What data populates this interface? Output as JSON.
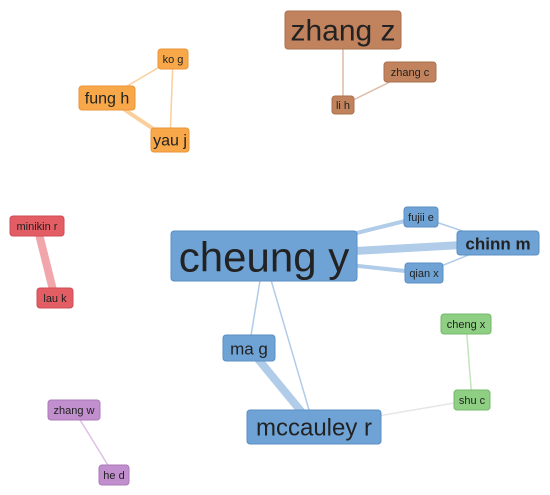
{
  "colors": {
    "blue": "#6fa3d5",
    "blue_border": "#5b8fc4",
    "orange": "#f8a848",
    "orange_border": "#e8953a",
    "brown": "#c1835e",
    "brown_border": "#ab6f4d",
    "red": "#e35d64",
    "red_border": "#cf4c54",
    "green": "#8fcf84",
    "green_border": "#75ba6a",
    "purple": "#c18ece",
    "purple_border": "#ab78b8",
    "text": "#222222"
  },
  "clusters": [
    {
      "id": "orange",
      "nodes": [
        "ko-g",
        "fung-h",
        "yau-j"
      ]
    },
    {
      "id": "brown",
      "nodes": [
        "zhang-z",
        "zhang-c",
        "li-h"
      ]
    },
    {
      "id": "blue",
      "nodes": [
        "cheung-y",
        "fujii-e",
        "chinn-m",
        "qian-x",
        "ma-g",
        "mccauley-r"
      ]
    },
    {
      "id": "red",
      "nodes": [
        "minikin-r",
        "lau-k"
      ]
    },
    {
      "id": "green",
      "nodes": [
        "cheng-x",
        "shu-c"
      ]
    },
    {
      "id": "purple",
      "nodes": [
        "zhang-w",
        "he-d"
      ]
    }
  ],
  "nodes": {
    "zhang-z": {
      "label": "zhang z",
      "cluster": "brown"
    },
    "zhang-c": {
      "label": "zhang c",
      "cluster": "brown"
    },
    "li-h": {
      "label": "li h",
      "cluster": "brown"
    },
    "ko-g": {
      "label": "ko g",
      "cluster": "orange"
    },
    "fung-h": {
      "label": "fung h",
      "cluster": "orange"
    },
    "yau-j": {
      "label": "yau j",
      "cluster": "orange"
    },
    "minikin-r": {
      "label": "minikin r",
      "cluster": "red"
    },
    "lau-k": {
      "label": "lau k",
      "cluster": "red"
    },
    "cheung-y": {
      "label": "cheung y",
      "cluster": "blue"
    },
    "fujii-e": {
      "label": "fujii e",
      "cluster": "blue"
    },
    "chinn-m": {
      "label": "chinn m",
      "cluster": "blue"
    },
    "qian-x": {
      "label": "qian x",
      "cluster": "blue"
    },
    "ma-g": {
      "label": "ma g",
      "cluster": "blue"
    },
    "mccauley-r": {
      "label": "mccauley r",
      "cluster": "blue"
    },
    "cheng-x": {
      "label": "cheng x",
      "cluster": "green"
    },
    "shu-c": {
      "label": "shu c",
      "cluster": "green"
    },
    "zhang-w": {
      "label": "zhang w",
      "cluster": "purple"
    },
    "he-d": {
      "label": "he d",
      "cluster": "purple"
    }
  },
  "links": [
    {
      "source": "zhang-z",
      "target": "li-h",
      "strength": 1
    },
    {
      "source": "zhang-c",
      "target": "li-h",
      "strength": 1
    },
    {
      "source": "ko-g",
      "target": "fung-h",
      "strength": 1
    },
    {
      "source": "ko-g",
      "target": "yau-j",
      "strength": 1
    },
    {
      "source": "fung-h",
      "target": "yau-j",
      "strength": 2
    },
    {
      "source": "minikin-r",
      "target": "lau-k",
      "strength": 3
    },
    {
      "source": "cheung-y",
      "target": "fujii-e",
      "strength": 2
    },
    {
      "source": "cheung-y",
      "target": "chinn-m",
      "strength": 3
    },
    {
      "source": "cheung-y",
      "target": "qian-x",
      "strength": 2
    },
    {
      "source": "fujii-e",
      "target": "chinn-m",
      "strength": 1
    },
    {
      "source": "qian-x",
      "target": "chinn-m",
      "strength": 1
    },
    {
      "source": "cheung-y",
      "target": "ma-g",
      "strength": 1
    },
    {
      "source": "cheung-y",
      "target": "mccauley-r",
      "strength": 1
    },
    {
      "source": "ma-g",
      "target": "mccauley-r",
      "strength": 3
    },
    {
      "source": "mccauley-r",
      "target": "shu-c",
      "strength": 1
    },
    {
      "source": "cheng-x",
      "target": "shu-c",
      "strength": 1
    },
    {
      "source": "zhang-w",
      "target": "he-d",
      "strength": 1
    }
  ]
}
